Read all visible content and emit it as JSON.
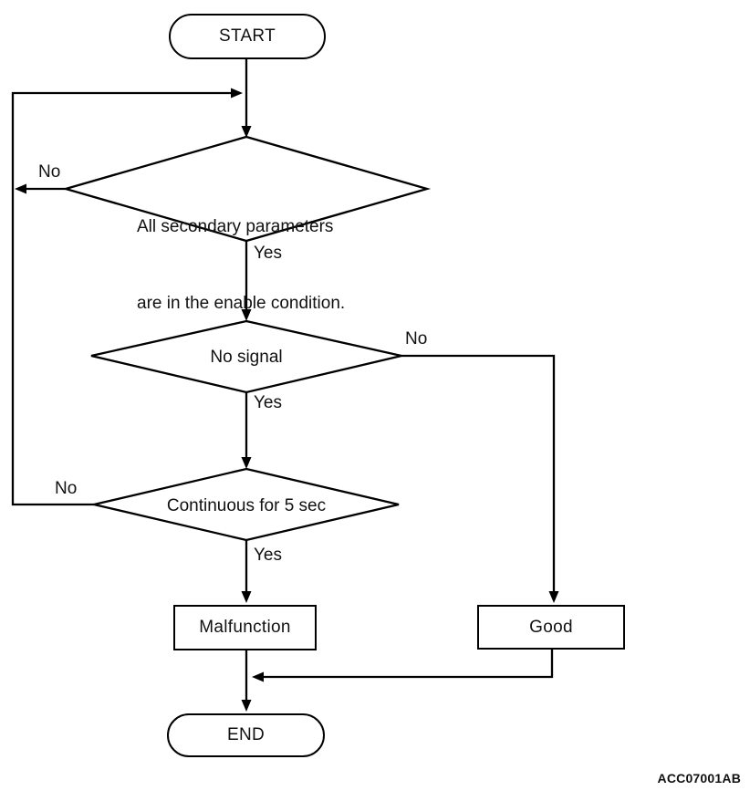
{
  "figure": {
    "code": "ACC07001AB"
  },
  "flowchart": {
    "start": {
      "label": "START"
    },
    "decisions": {
      "enable_condition": {
        "line1": "All secondary parameters",
        "line2": "are in the enable condition.",
        "yes": "Yes",
        "no": "No"
      },
      "no_signal": {
        "label": "No signal",
        "yes": "Yes",
        "no": "No"
      },
      "continuous": {
        "label": "Continuous for 5 sec",
        "yes": "Yes",
        "no": "No"
      }
    },
    "results": {
      "malfunction": {
        "label": "Malfunction"
      },
      "good": {
        "label": "Good"
      }
    },
    "end": {
      "label": "END"
    }
  },
  "colors": {
    "line": "#000000",
    "background": "#ffffff"
  }
}
